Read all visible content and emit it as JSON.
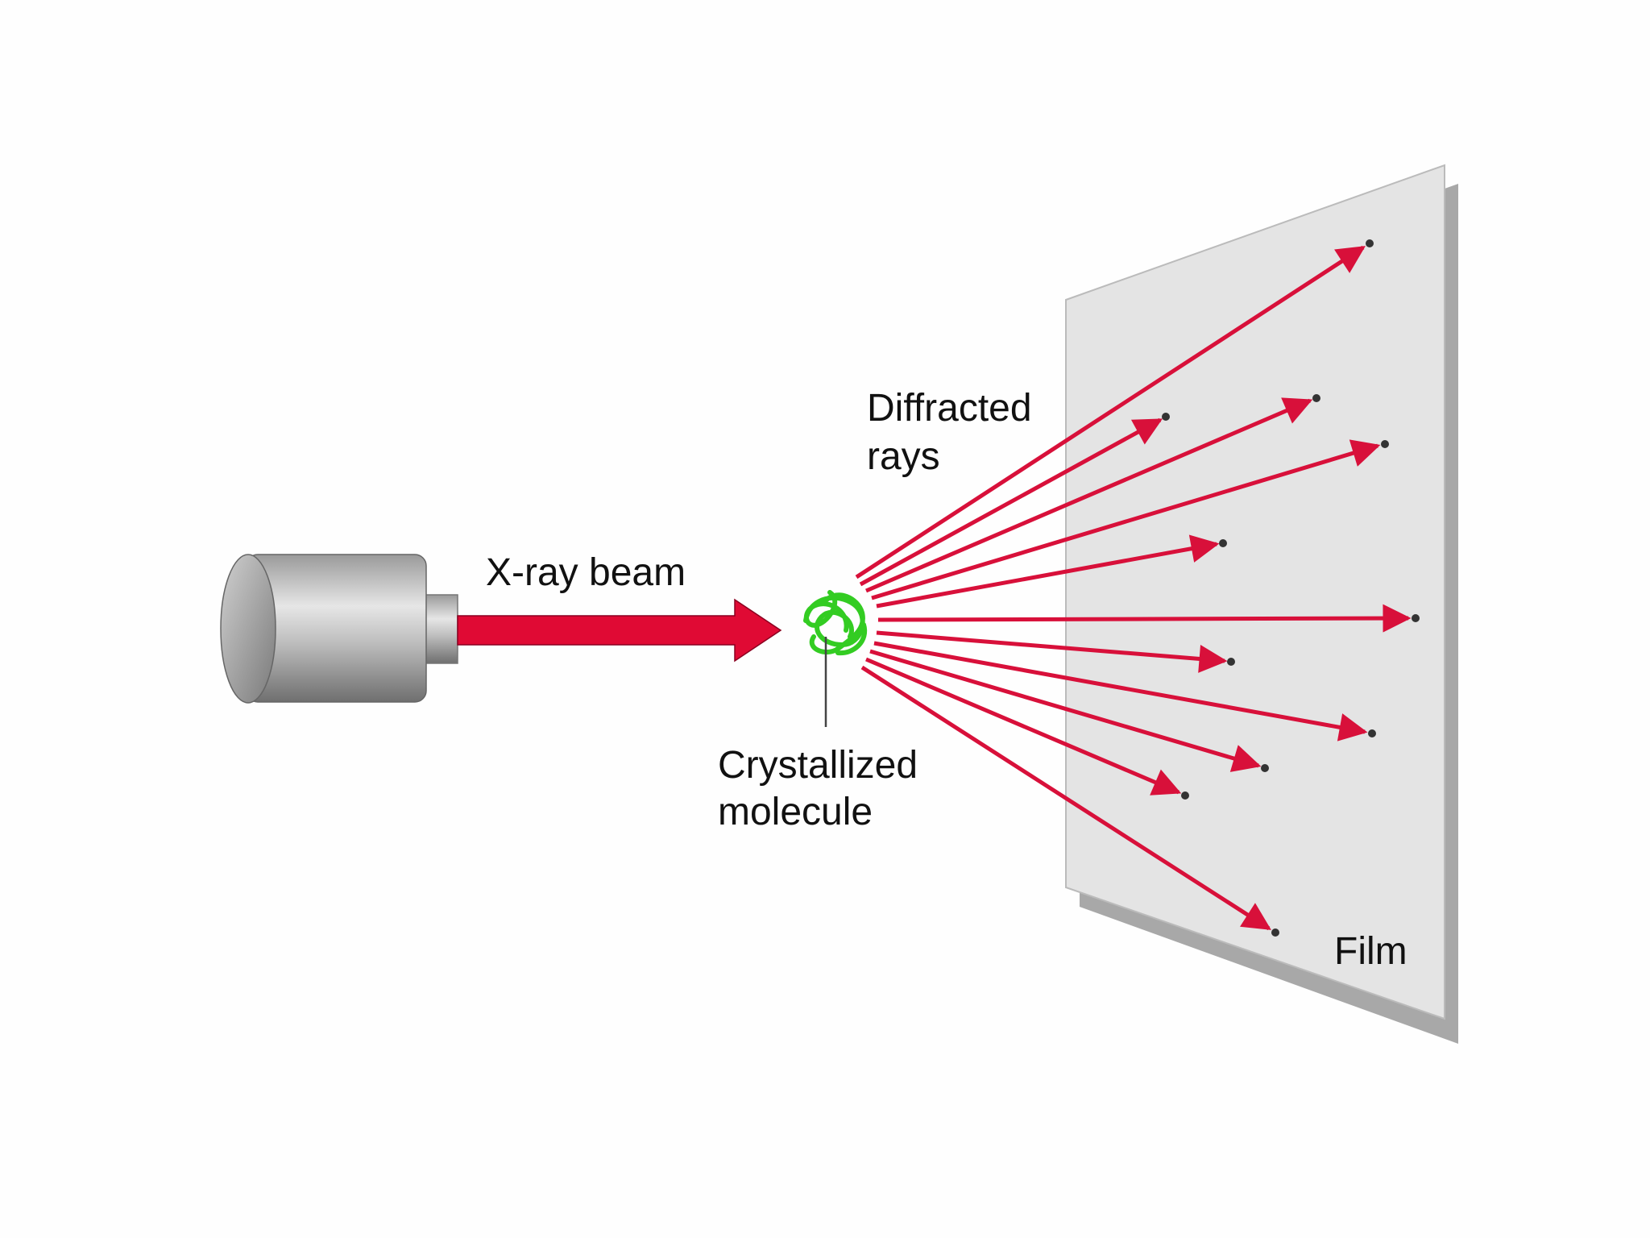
{
  "labels": {
    "beam": "X-ray beam",
    "diffracted_line1": "Diffracted",
    "diffracted_line2": "rays",
    "molecule_line1": "Crystallized",
    "molecule_line2": "molecule",
    "film": "Film"
  },
  "colors": {
    "ray": "#d8103a",
    "beam": "#e00a34",
    "molecule": "#33cc22",
    "film": "#e4e4e4",
    "film_shadow": "#a8a8a8"
  }
}
